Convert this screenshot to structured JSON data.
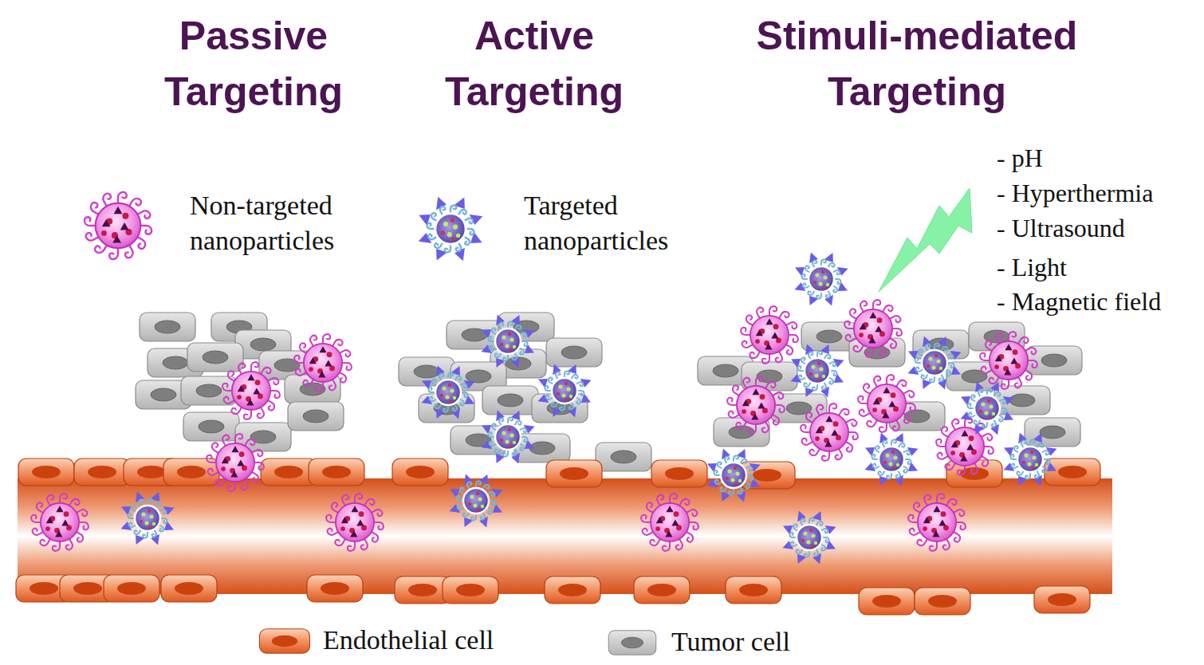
{
  "diagram": {
    "labels": [
      "Passive Targeting",
      "Active Targeting",
      "Stimuli-mediated Targeting",
      "- pH",
      "- Hyperthermia",
      "- Ultrasound",
      "- Light",
      "- Magnetic field"
    ],
    "legend": [
      {
        "text": "Non-targeted nanoparticles"
      },
      {
        "text": "Targeted nanoparticles"
      },
      {
        "text": "Endothelial cell"
      },
      {
        "text": "Tumor cell"
      }
    ]
  }
}
